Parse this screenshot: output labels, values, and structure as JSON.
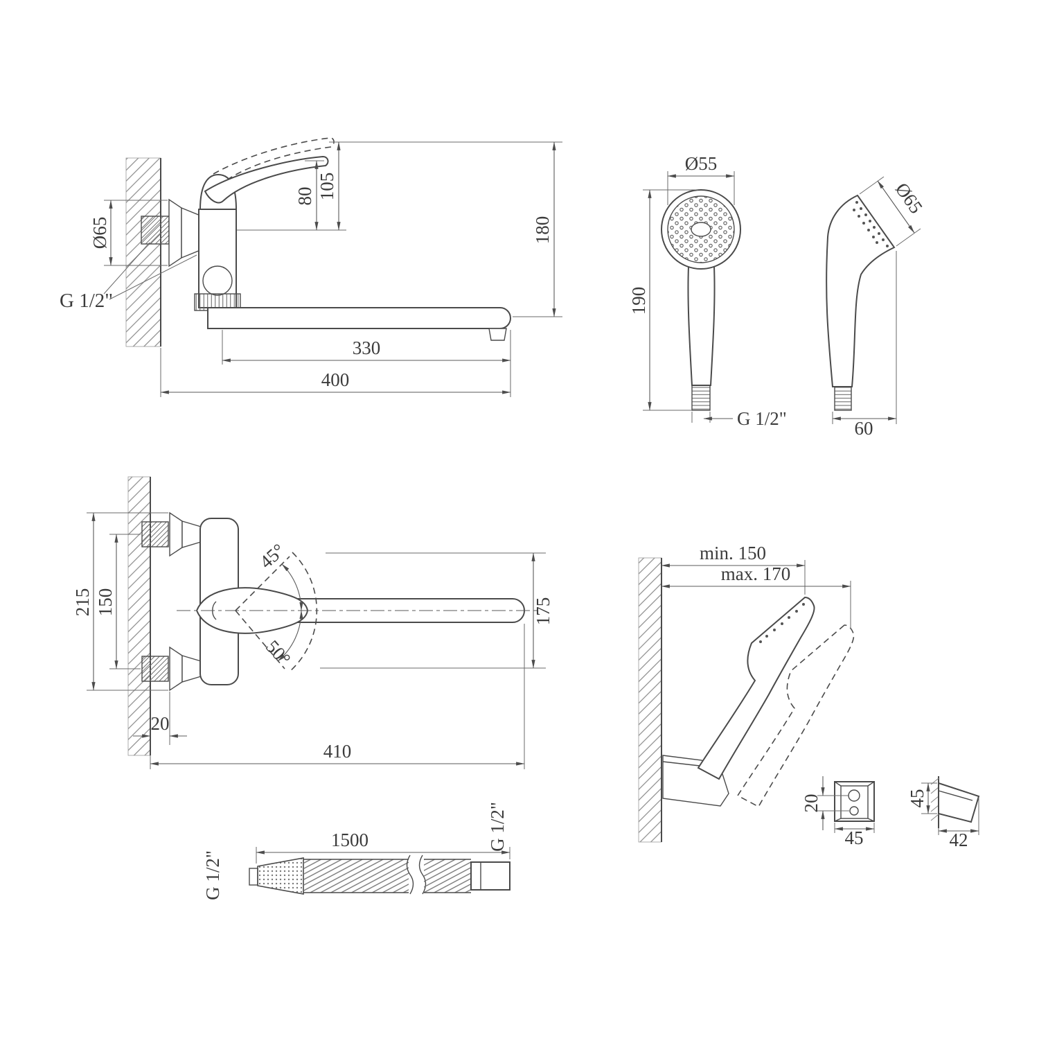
{
  "views": {
    "faucet_side": {
      "dims": {
        "height_80": "80",
        "height_105": "105",
        "height_180": "180",
        "flange_d": "Ø65",
        "thread": "G 1/2\"",
        "spout_330": "330",
        "total_400": "400"
      }
    },
    "handshower_front": {
      "dims": {
        "head_d": "Ø55",
        "height_190": "190",
        "thread": "G 1/2\""
      }
    },
    "handshower_side": {
      "dims": {
        "face_d": "Ø65",
        "depth_60": "60"
      }
    },
    "faucet_top": {
      "dims": {
        "height_215": "215",
        "centers_150": "150",
        "swivel_up": "45°",
        "swivel_down": "50°",
        "reach_175": "175",
        "wall_offset_20": "20",
        "total_410": "410"
      }
    },
    "holder": {
      "dims": {
        "min_reach": "min. 150",
        "max_reach": "max. 170",
        "holes_20": "20",
        "width_45": "45",
        "height_45": "45",
        "depth_42": "42"
      }
    },
    "hose": {
      "dims": {
        "thread_left": "G 1/2\"",
        "length_1500": "1500",
        "thread_right": "G 1/2\""
      }
    }
  }
}
